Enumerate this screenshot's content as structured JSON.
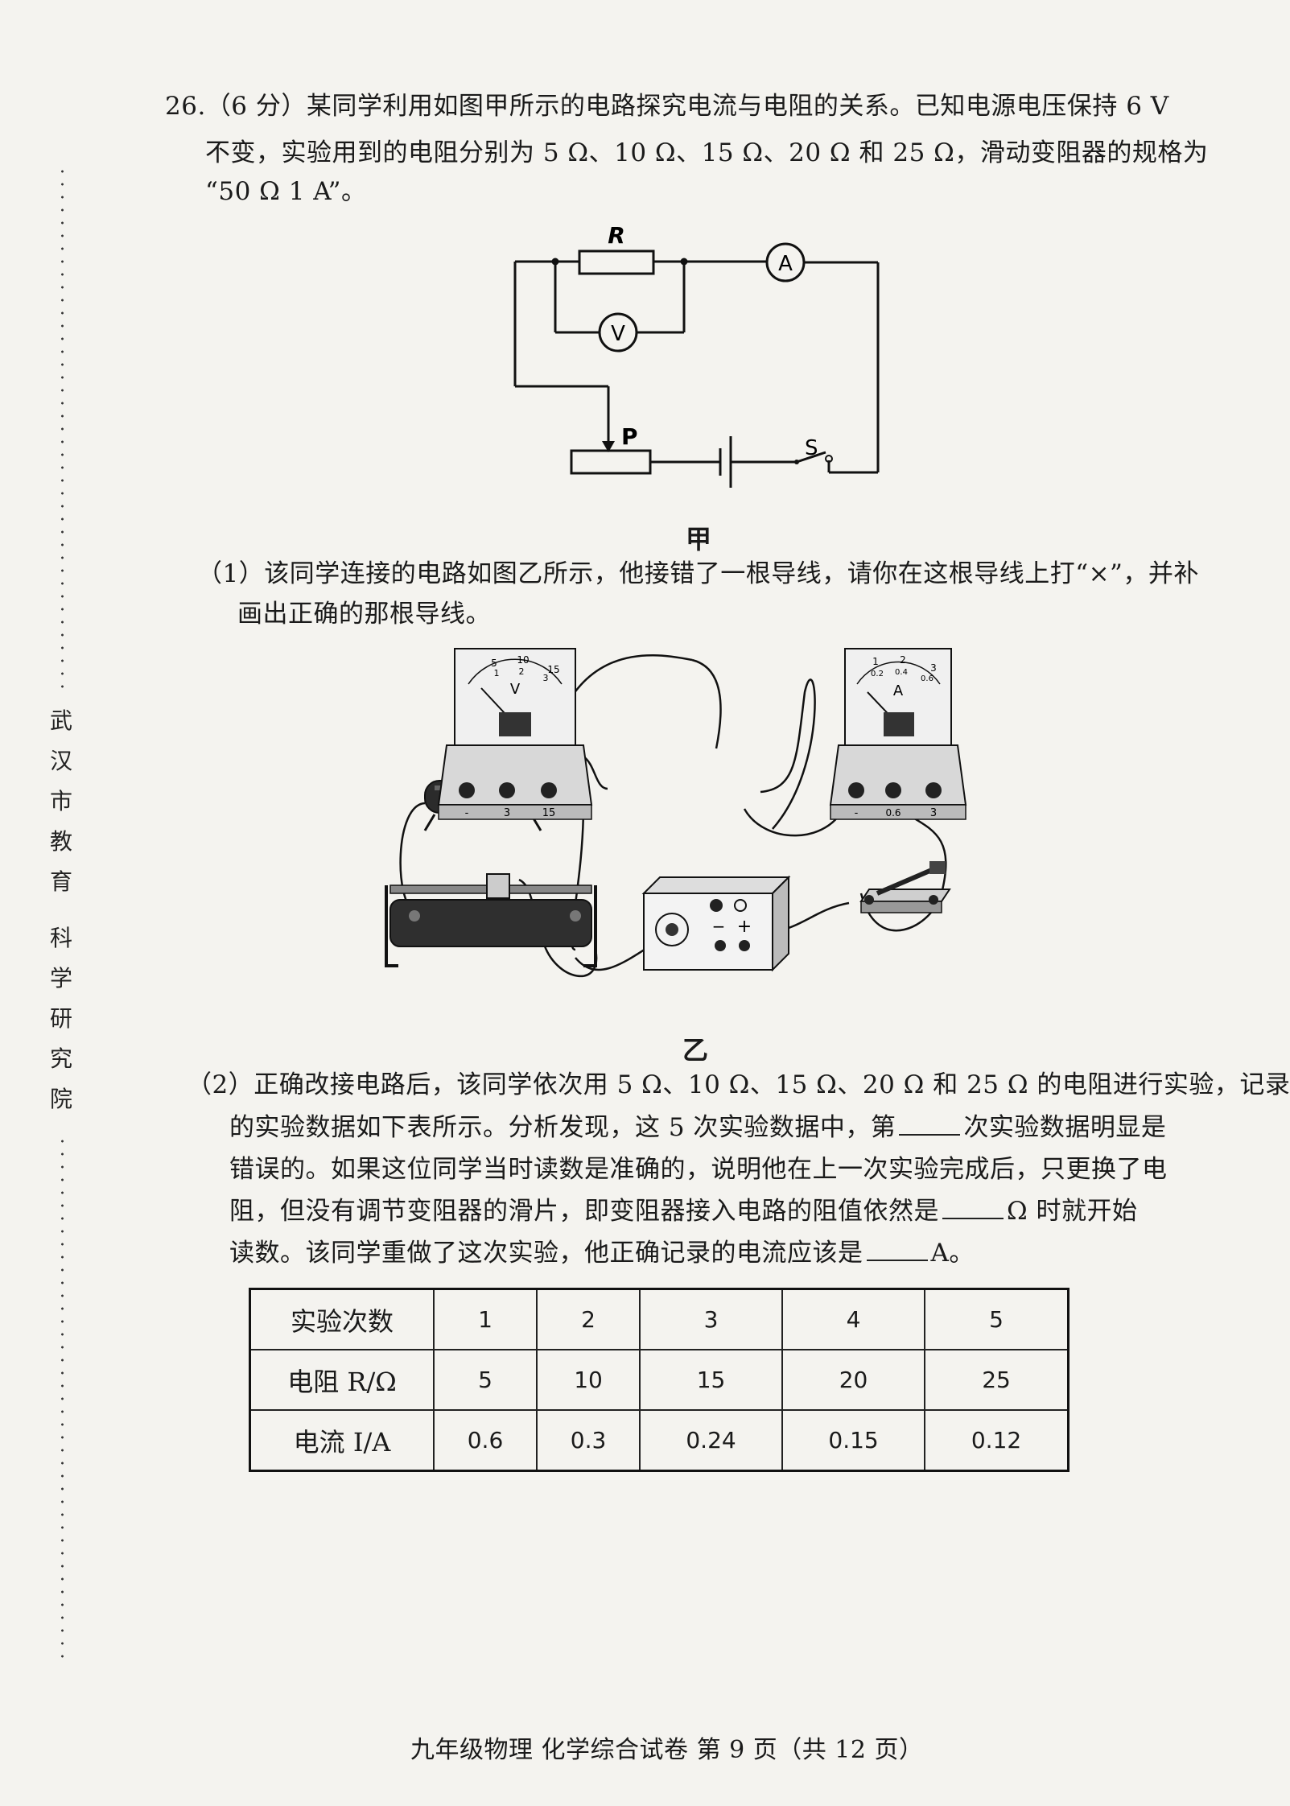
{
  "question": {
    "line1": "26.（6 分）某同学利用如图甲所示的电路探究电流与电阻的关系。已知电源电压保持 6 V",
    "line2": "不变，实验用到的电阻分别为 5 Ω、10 Ω、15 Ω、20 Ω 和 25 Ω，滑动变阻器的规格为",
    "line3": "“50 Ω   1 A”。"
  },
  "figure_jia": {
    "label_R": "R",
    "label_A": "A",
    "label_V": "V",
    "label_P": "P",
    "label_S": "S",
    "caption": "甲"
  },
  "part1": {
    "line1": "（1）该同学连接的电路如图乙所示，他接错了一根导线，请你在这根导线上打“×”，并补",
    "line2": "画出正确的那根导线。"
  },
  "figure_yi": {
    "caption": "乙",
    "voltmeter_letter": "V",
    "ammeter_letter": "A",
    "voltmeter_terminals": [
      "-",
      "3",
      "15"
    ],
    "ammeter_terminals": [
      "-",
      "0.6",
      "3"
    ],
    "voltmeter_scale_top": [
      "5",
      "10",
      "15"
    ],
    "voltmeter_scale_bottom": [
      "1",
      "2",
      "3"
    ],
    "ammeter_scale_top": [
      "1",
      "2",
      "3"
    ],
    "ammeter_scale_bottom": [
      "0.2",
      "0.4",
      "0.6"
    ]
  },
  "part2": {
    "line1": "（2）正确改接电路后，该同学依次用 5 Ω、10 Ω、15 Ω、20 Ω 和 25 Ω 的电阻进行实验，记录",
    "line2_a": "的实验数据如下表所示。分析发现，这 5 次实验数据中，第",
    "line2_b": "次实验数据明显是",
    "line3": "错误的。如果这位同学当时读数是准确的，说明他在上一次实验完成后，只更换了电",
    "line4_a": "阻，但没有调节变阻器的滑片，即变阻器接入电路的阻值依然是",
    "line4_b": "Ω 时就开始",
    "line5_a": "读数。该同学重做了这次实验，他正确记录的电流应该是",
    "line5_b": "A。"
  },
  "table": {
    "row_headers": [
      "实验次数",
      "电阻 R/Ω",
      "电流 I/A"
    ],
    "trial": [
      "1",
      "2",
      "3",
      "4",
      "5"
    ],
    "resistance": [
      "5",
      "10",
      "15",
      "20",
      "25"
    ],
    "current": [
      "0.6",
      "0.3",
      "0.24",
      "0.15",
      "0.12"
    ]
  },
  "side_text": [
    "武",
    "汉",
    "市",
    "教",
    "育",
    "科",
    "学",
    "研",
    "究",
    "院"
  ],
  "footer": "九年级物理 化学综合试卷  第 9 页（共 12 页）"
}
